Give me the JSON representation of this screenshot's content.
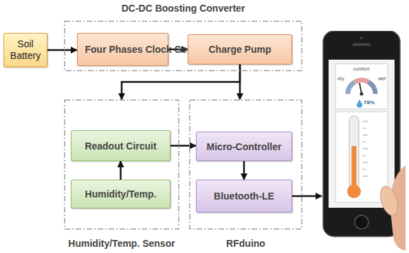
{
  "diagram": {
    "nodes": [
      {
        "text": [
          "DC-DC Boosting Converter"
        ]
      },
      {
        "text": [
          "Soil Battery"
        ]
      },
      {
        "text": [
          "Four Phases Clock Generator"
        ],
        "in": 0
      },
      {
        "text": [
          "Charge Pump"
        ],
        "in": 0
      },
      {
        "text": [
          "Humidity/Temp. Sensor"
        ]
      },
      {
        "text": [
          "Readout Circuit"
        ],
        "in": 4
      },
      {
        "text": [
          "Humidity/Temp."
        ],
        "in": 4
      },
      {
        "text": [
          "RFduino"
        ]
      },
      {
        "text": [
          "Micro-Controller"
        ],
        "in": 7
      },
      {
        "text": [
          "Bluetooth-LE"
        ],
        "in": 7
      },
      {
        "text": [
          "comfort",
          "dry",
          "wet",
          "78%"
        ]
      }
    ],
    "edges": [
      {
        "from": 1,
        "to": 2,
        "arrow": "to"
      },
      {
        "from": 2,
        "to": 3,
        "arrow": "to"
      },
      {
        "from": 3,
        "to": 4,
        "arrow": "to"
      },
      {
        "from": 3,
        "to": 7,
        "arrow": "to"
      },
      {
        "from": 6,
        "to": 5,
        "arrow": "to"
      },
      {
        "from": 5,
        "to": 8,
        "arrow": "to"
      },
      {
        "from": 8,
        "to": 9,
        "arrow": "to"
      },
      {
        "from": 9,
        "to": 10,
        "arrow": "to"
      }
    ]
  }
}
